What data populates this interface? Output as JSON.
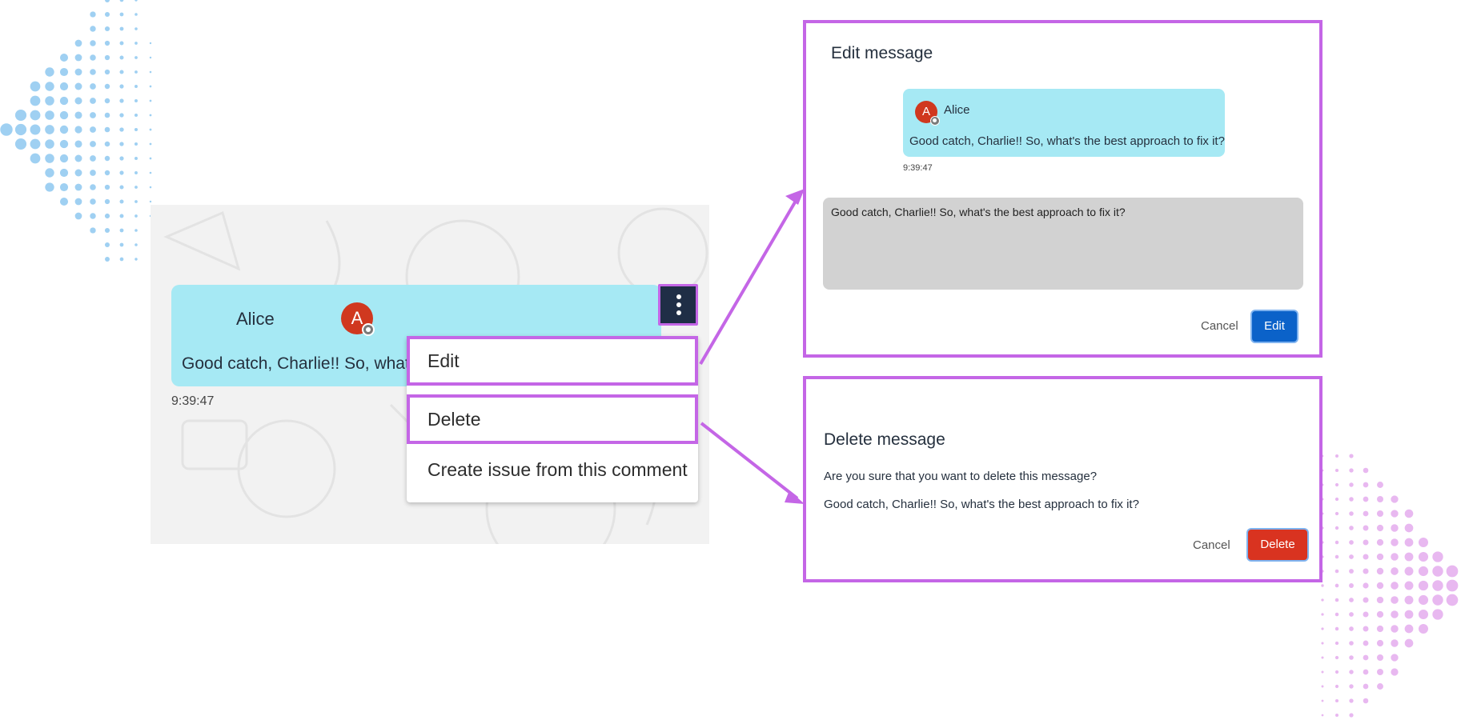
{
  "colors": {
    "highlight": "#c466e6",
    "bubble": "#a6e9f4",
    "avatar": "#d0381f",
    "edit_button": "#0b62c9",
    "delete_button": "#d93320",
    "kebab_button": "#1f2e46",
    "dots_left": "#9fd0f2",
    "dots_right": "#e8b8f0"
  },
  "chat": {
    "avatar_initial": "A",
    "author": "Alice",
    "message": "Good catch, Charlie!! So, what's the best approach to fix it?",
    "time": "9:39:47",
    "menu_button_icon": "kebab-vertical-icon"
  },
  "menu": {
    "items": [
      {
        "label": "Edit"
      },
      {
        "label": "Delete"
      },
      {
        "label": "Create issue from this comment"
      }
    ]
  },
  "edit_dialog": {
    "title": "Edit message",
    "preview": {
      "avatar_initial": "A",
      "author": "Alice",
      "message": "Good catch, Charlie!! So, what's the best approach to fix it?",
      "time": "9:39:47"
    },
    "textarea_value": "Good catch, Charlie!! So, what's the best approach to fix it?",
    "cancel_label": "Cancel",
    "confirm_label": "Edit"
  },
  "delete_dialog": {
    "title": "Delete message",
    "question": "Are you sure that you want to delete this message?",
    "message": "Good catch, Charlie!! So, what's the best approach to fix it?",
    "cancel_label": "Cancel",
    "confirm_label": "Delete"
  }
}
